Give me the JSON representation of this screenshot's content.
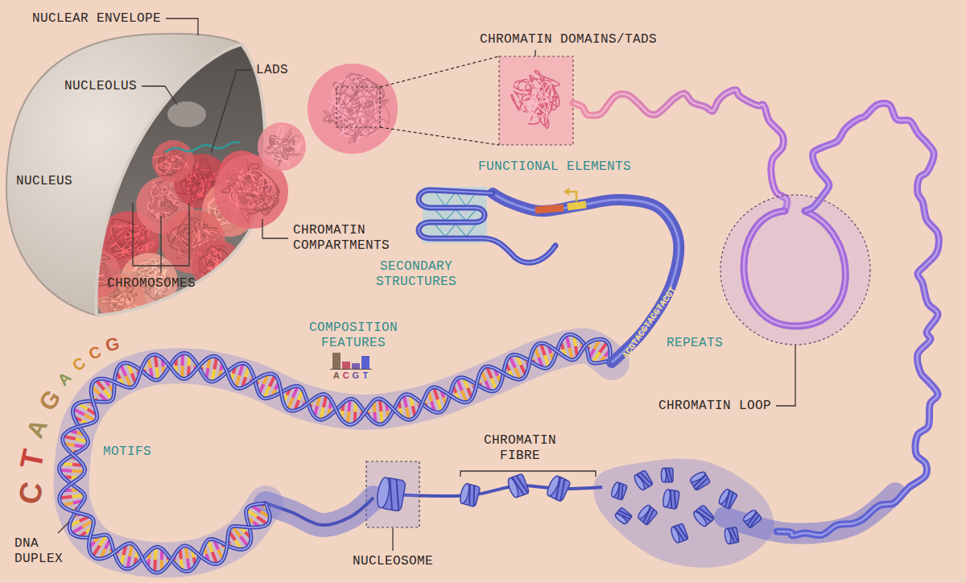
{
  "diagram": {
    "labels": [
      "NUCLEAR ENVELOPE",
      "NUCLEOLUS",
      "LADS",
      "NUCLEUS",
      "CHROMATIN COMPARTMENTS",
      "CHROMOSOMES",
      "CHROMATIN DOMAINS/TADS",
      "FUNCTIONAL ELEMENTS",
      "SECONDARY STRUCTURES",
      "COMPOSITION FEATURES",
      "A",
      "C",
      "G",
      "T",
      "REPEATS",
      "ACGTACGTACGTACGT",
      "CHROMATIN LOOP",
      "CHROMATIN FIBRE",
      "NUCLEOSOME",
      "MOTIFS",
      "DNA DUPLEX",
      "C",
      "T",
      "A",
      "G",
      "A",
      "C",
      "C",
      "G"
    ]
  }
}
